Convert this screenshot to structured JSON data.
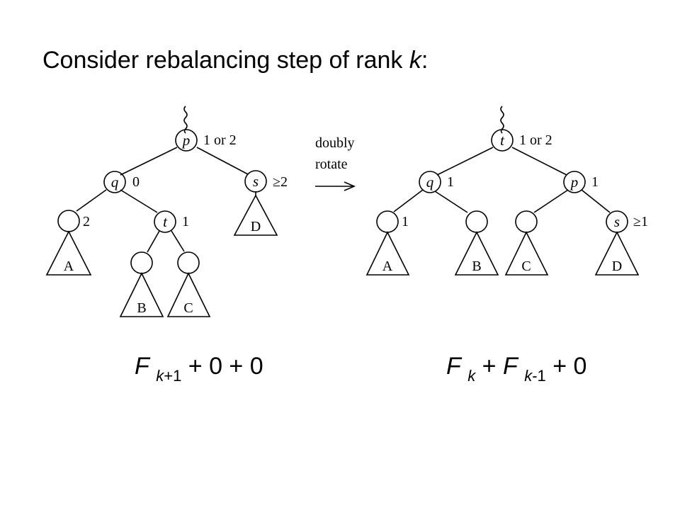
{
  "title": {
    "prefix": "Consider rebalancing step of rank ",
    "var": "k",
    "suffix": ":"
  },
  "left_tree": {
    "nodes": {
      "p": "p",
      "q": "q",
      "t": "t",
      "s": "s"
    },
    "ranks": {
      "p": "1 or 2",
      "q": "0",
      "qleft": "2",
      "t": "1",
      "s": "≥2"
    },
    "subtrees": {
      "A": "A",
      "B": "B",
      "C": "C",
      "D": "D"
    }
  },
  "operation": {
    "line1": "doubly",
    "line2": "rotate"
  },
  "right_tree": {
    "nodes": {
      "t": "t",
      "q": "q",
      "p": "p",
      "s": "s"
    },
    "ranks": {
      "t": "1 or 2",
      "q": "1",
      "qleft": "1",
      "p": "1",
      "s": "≥1"
    },
    "subtrees": {
      "A": "A",
      "B": "B",
      "C": "C",
      "D": "D"
    }
  },
  "formula_left": {
    "F": "F",
    "sub_var": "k",
    "sub_rest": "+1",
    "rest": " + 0 + 0"
  },
  "formula_right": {
    "F1": "F",
    "sub1": "k",
    "plus": " + ",
    "F2": "F",
    "sub2_var": "k",
    "sub2_rest": "-1",
    "rest": " + 0"
  }
}
